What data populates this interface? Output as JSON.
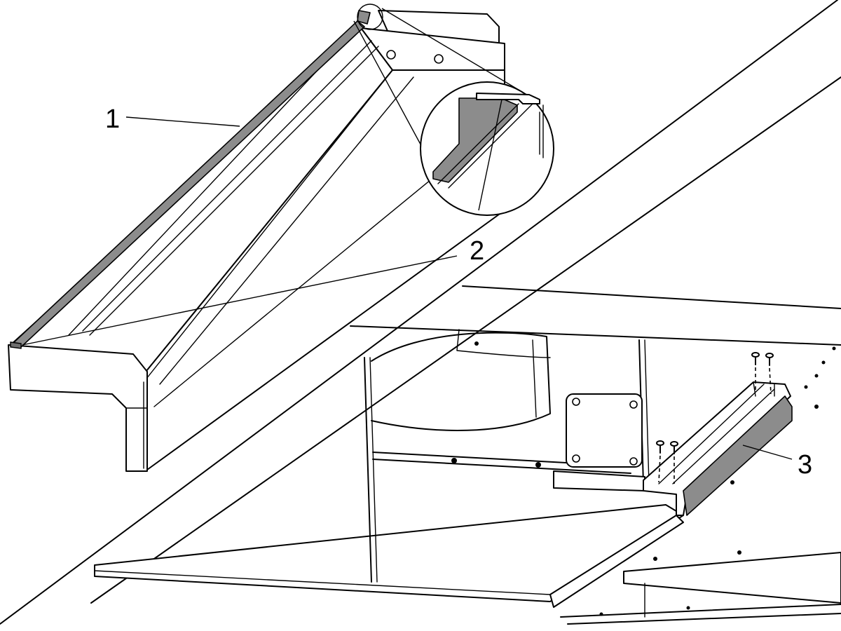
{
  "callouts": [
    {
      "id": "1",
      "label": "1"
    },
    {
      "id": "2",
      "label": "2"
    },
    {
      "id": "3",
      "label": "3"
    }
  ],
  "colors": {
    "line": "#000000",
    "gasket": "#8c8c8c",
    "background": "#ffffff"
  }
}
